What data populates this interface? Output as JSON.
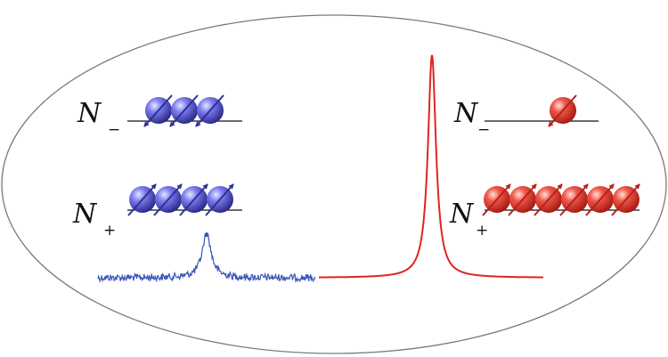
{
  "labels": {
    "left_minus": {
      "symbol": "N",
      "sub": "−"
    },
    "left_plus": {
      "symbol": "N",
      "sub": "+"
    },
    "right_minus": {
      "symbol": "N",
      "sub": "−"
    },
    "right_plus": {
      "symbol": "N",
      "sub": "+"
    }
  },
  "populations": {
    "left_minus": {
      "count": 3,
      "spin": "down"
    },
    "left_plus": {
      "count": 4,
      "spin": "up"
    },
    "right_minus": {
      "count": 1,
      "spin": "down"
    },
    "right_plus": {
      "count": 6,
      "spin": "up"
    }
  },
  "colors": {
    "left_atoms": "#4b4bc9",
    "right_atoms": "#e0382e",
    "left_signal": "#3a56b8",
    "right_signal": "#e02424",
    "outline": "#7a7a7a"
  },
  "signals": {
    "left": {
      "type": "noisy-lorentzian",
      "relative_peak": 0.2
    },
    "right": {
      "type": "lorentzian",
      "relative_peak": 1.0
    }
  }
}
